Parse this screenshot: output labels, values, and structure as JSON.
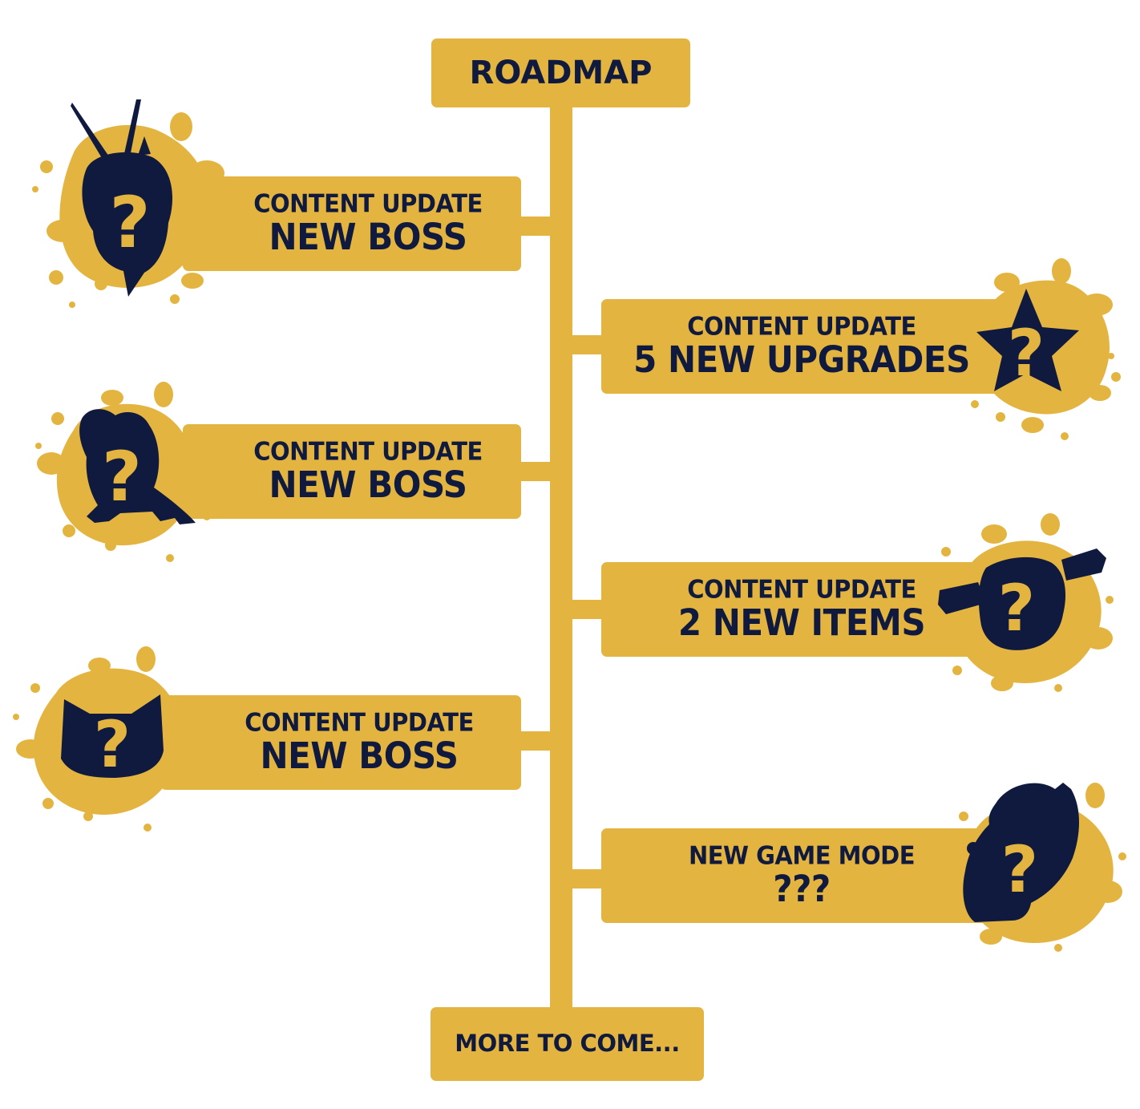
{
  "title": "ROADMAP",
  "footer": "MORE TO COME...",
  "colors": {
    "accent": "#E3B540",
    "ink": "#101A3F",
    "background": "#FFFFFF"
  },
  "milestones": [
    {
      "subtitle": "CONTENT UPDATE",
      "title": "NEW BOSS",
      "side": "left",
      "icon": "bug-boss-silhouette-icon"
    },
    {
      "subtitle": "CONTENT UPDATE",
      "title": "5 NEW UPGRADES",
      "side": "right",
      "icon": "star-silhouette-icon"
    },
    {
      "subtitle": "CONTENT UPDATE",
      "title": "NEW BOSS",
      "side": "left",
      "icon": "frog-boss-silhouette-icon"
    },
    {
      "subtitle": "CONTENT UPDATE",
      "title": "2 NEW ITEMS",
      "side": "right",
      "icon": "item-silhouette-icon"
    },
    {
      "subtitle": "CONTENT UPDATE",
      "title": "NEW BOSS",
      "side": "left",
      "icon": "cat-boss-silhouette-icon"
    },
    {
      "subtitle": "NEW GAME MODE",
      "title": "???",
      "side": "right",
      "icon": "creature-silhouette-icon"
    }
  ],
  "mystery_mark": "?"
}
